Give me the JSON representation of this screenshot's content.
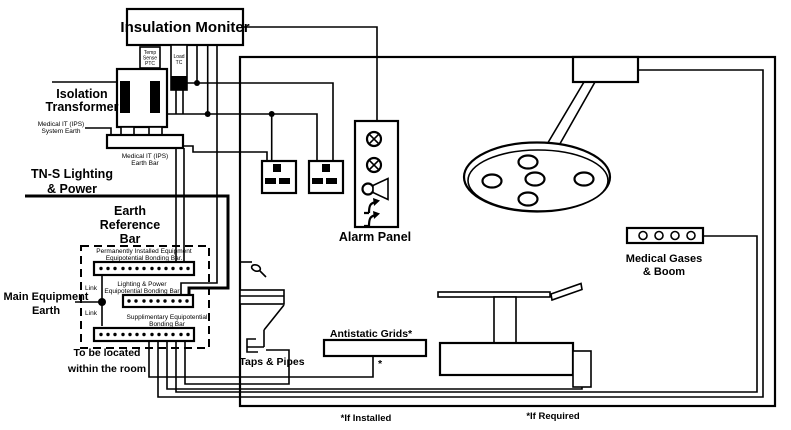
{
  "colors": {
    "line": "#000000",
    "background": "#ffffff"
  },
  "labels": {
    "insulation_monitor": "Insulation Moniter",
    "temp_sense_1": "Temp",
    "temp_sense_2": "Sense",
    "temp_sense_3": "PTC",
    "load_tc_1": "Load",
    "load_tc_2": "TC",
    "isolation_transformer_1": "Isolation",
    "isolation_transformer_2": "Transformer",
    "system_earth_1": "Medical IT (IPS)",
    "system_earth_2": "System Earth",
    "it_earth_bar_1": "Medical IT (IPS)",
    "it_earth_bar_2": "Earth Bar",
    "tns_1": "TN-S Lighting",
    "tns_2": "& Power",
    "earth_ref_1": "Earth",
    "earth_ref_2": "Reference",
    "earth_ref_3": "Bar",
    "perm_bar_1": "Permanently Installed Equipment",
    "perm_bar_2": "Equipotential Bonding Bar.",
    "link_top": "Link",
    "link_bottom": "Link",
    "main_earth_1": "Main Equipment",
    "main_earth_2": "Earth",
    "lp_bar_1": "Lighting & Power",
    "lp_bar_2": "Equipotential Bonding Bar",
    "supp_bar_1": "Supplimentary Equipotential",
    "supp_bar_2": "Bonding Bar",
    "located_1": "To be located",
    "located_2": "within the room",
    "alarm_panel": "Alarm Panel",
    "medical_gases_1": "Medical Gases",
    "medical_gases_2": "& Boom",
    "antistatic_grids": "Antistatic Grids*",
    "grid_asterisk": "*",
    "taps_pipes": "Taps & Pipes",
    "if_installed": "*If Installed",
    "if_required": "*If Required"
  }
}
